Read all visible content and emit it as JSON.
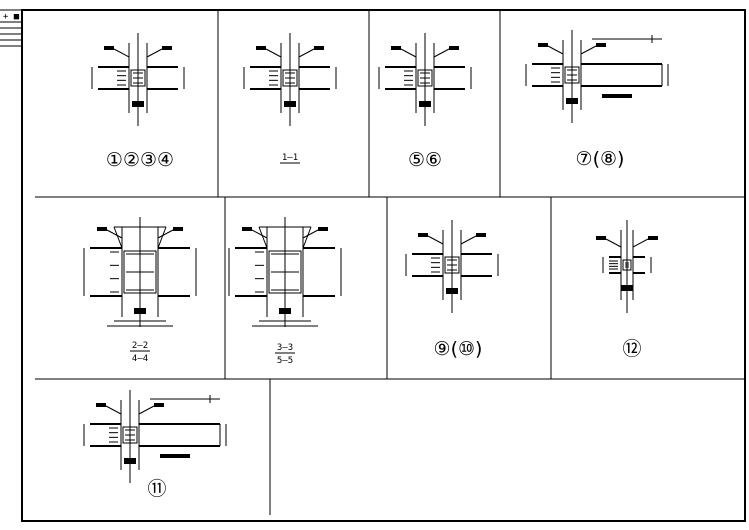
{
  "title_block": {
    "header": "+ ■"
  },
  "details": [
    {
      "id": "d1234",
      "label": "①②③④",
      "variant": "basic"
    },
    {
      "id": "d-1-1",
      "label": "1—1",
      "variant": "section"
    },
    {
      "id": "d56",
      "label": "⑤⑥",
      "variant": "basic"
    },
    {
      "id": "d78",
      "label": "⑦(⑧)",
      "variant": "long-beam"
    },
    {
      "id": "d-2-2",
      "label": "2—2",
      "sublabel": "4—4",
      "variant": "haunch"
    },
    {
      "id": "d-3-3",
      "label": "3—3",
      "sublabel": "5—5",
      "variant": "haunch"
    },
    {
      "id": "d910",
      "label": "⑨(⑩)",
      "variant": "basic"
    },
    {
      "id": "d12",
      "label": "⑫",
      "variant": "small"
    },
    {
      "id": "d11",
      "label": "⑪",
      "variant": "long-beam"
    }
  ]
}
